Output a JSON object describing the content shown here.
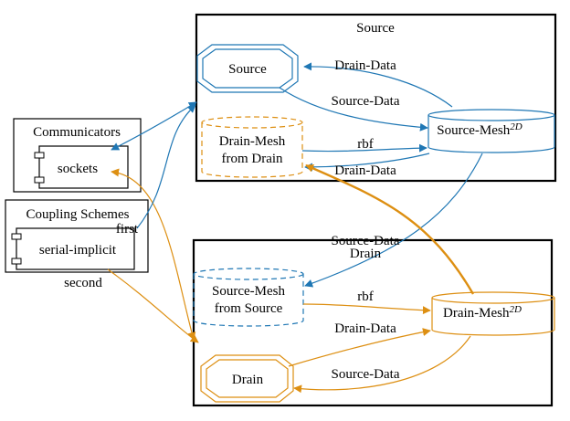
{
  "clusters": {
    "source": {
      "label": "Source"
    },
    "drain": {
      "label": ""
    },
    "communicators": {
      "label": "Communicators"
    },
    "coupling": {
      "label": "Coupling Schemes"
    }
  },
  "nodes": {
    "source": {
      "label": "Source"
    },
    "drain": {
      "label": "Drain"
    },
    "source_mesh": {
      "label": "Source-Mesh",
      "sup": "2D"
    },
    "drain_mesh": {
      "label": "Drain-Mesh",
      "sup": "2D"
    },
    "drain_mesh_from_drain": {
      "line1": "Drain-Mesh",
      "line2": "from Drain"
    },
    "source_mesh_from_source": {
      "line1": "Source-Mesh",
      "line2": "from Source"
    },
    "sockets": {
      "label": "sockets"
    },
    "serial_implicit": {
      "label": "serial-implicit"
    }
  },
  "edges": {
    "mesh_to_source": "Drain-Data",
    "source_to_mesh": "Source-Data",
    "rbf_top": "rbf",
    "mesh_to_drain_mesh": "Drain-Data",
    "cross_source_data": "Source-Data",
    "cross_drain": "Drain",
    "rbf_bottom": "rbf",
    "drain_to_mesh": "Drain-Data",
    "mesh_to_drain": "Source-Data",
    "first": "first",
    "second": "second"
  },
  "colors": {
    "source": "#1f77b4",
    "drain": "#dd8f12"
  }
}
